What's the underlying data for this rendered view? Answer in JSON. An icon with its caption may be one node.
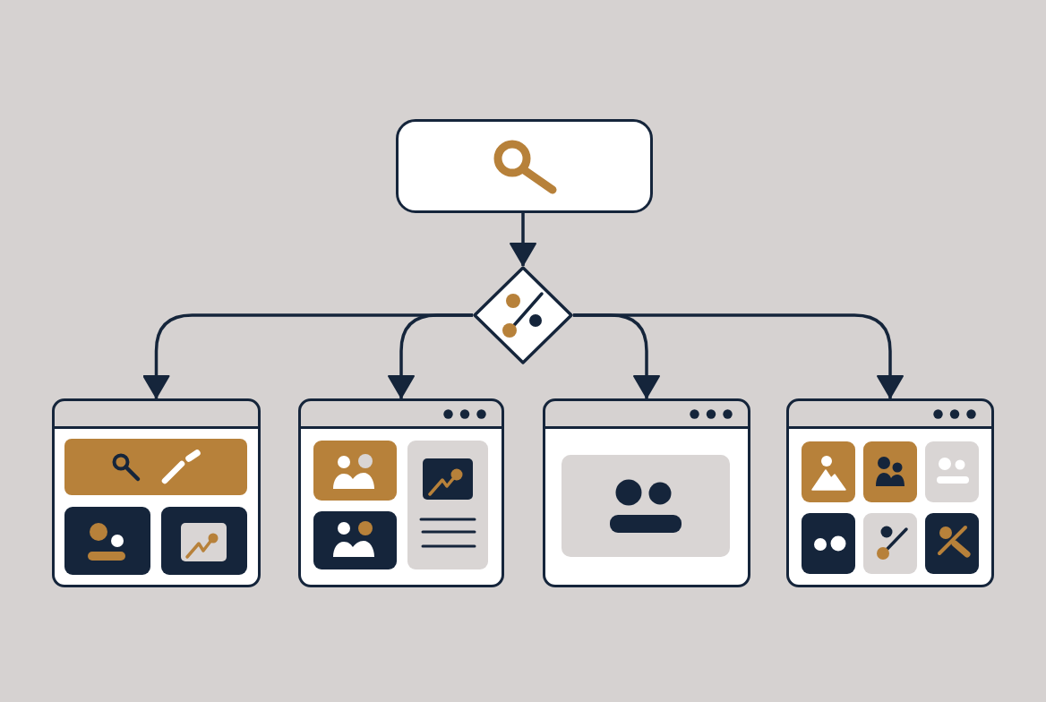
{
  "diagram": {
    "nodes": [
      {
        "text": [],
        "shape": "box"
      },
      {
        "text": [],
        "shape": "diamond"
      },
      {
        "text": [],
        "shape": "box"
      },
      {
        "text": [],
        "shape": "box"
      },
      {
        "text": [],
        "shape": "box"
      },
      {
        "text": [],
        "shape": "box"
      }
    ],
    "edges": [
      {
        "from": 0,
        "to": 1,
        "arrow": "to"
      },
      {
        "from": 1,
        "to": 2,
        "arrow": "to"
      },
      {
        "from": 1,
        "to": 3,
        "arrow": "to"
      },
      {
        "from": 1,
        "to": 4,
        "arrow": "to"
      },
      {
        "from": 1,
        "to": 5,
        "arrow": "to"
      }
    ]
  }
}
